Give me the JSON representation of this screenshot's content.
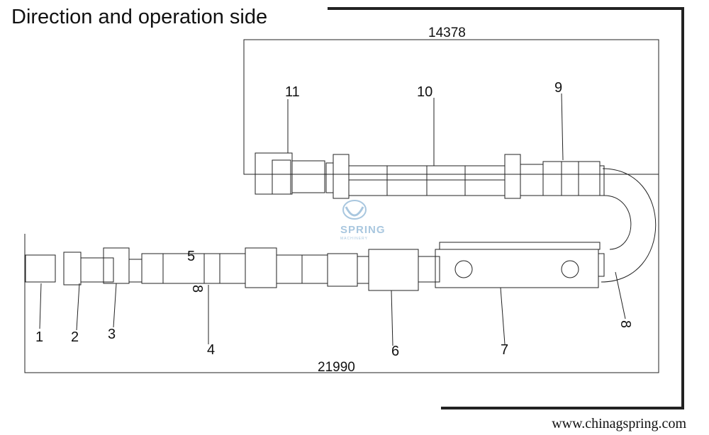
{
  "title": "Direction and operation side",
  "dimensions": {
    "top": "14378",
    "bottom": "21990"
  },
  "callouts": [
    "1",
    "2",
    "3",
    "4",
    "5",
    "6",
    "7",
    "8",
    "8",
    "9",
    "10",
    "11"
  ],
  "website": "www.chinagspring.com",
  "watermark": {
    "brand": "SPRING",
    "tagline": "MACHINERY"
  },
  "colors": {
    "line": "#222222",
    "watermark": "#a9c7df"
  }
}
